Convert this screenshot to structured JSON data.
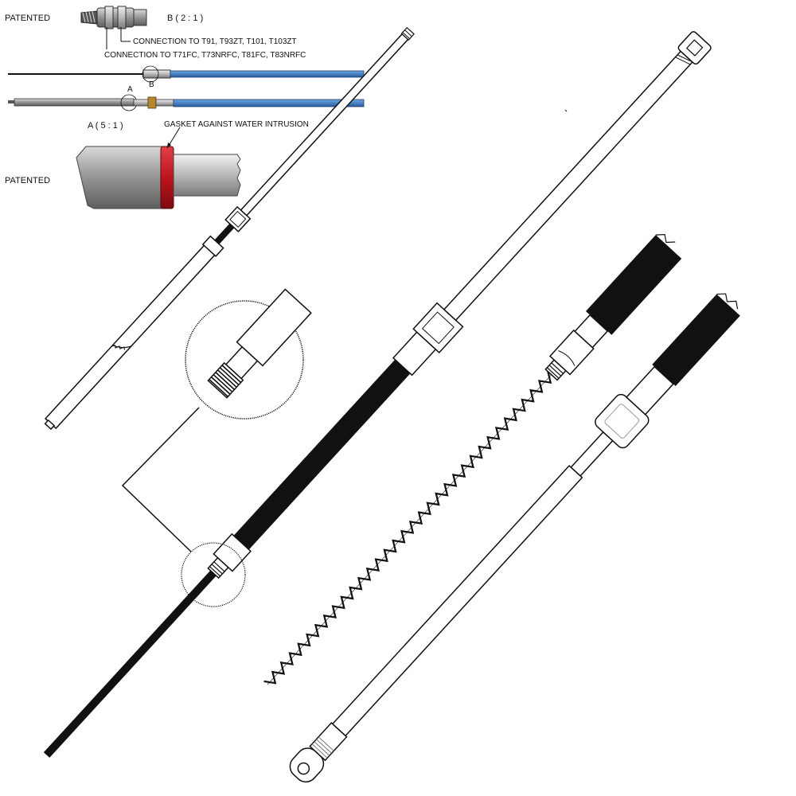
{
  "labels": {
    "patented_top": "PATENTED",
    "detail_b_scale": "B ( 2 : 1 )",
    "connection_t91": "CONNECTION TO T91, T93ZT, T101, T103ZT",
    "connection_t71": "CONNECTION TO T71FC, T73NRFC, T81FC, T83NRFC",
    "callout_a": "A",
    "callout_b": "B",
    "detail_a_scale": "A ( 5 : 1 )",
    "gasket_note": "GASKET AGAINST WATER INTRUSION",
    "patented_bottom": "PATENTED"
  },
  "colors": {
    "line": "#111111",
    "cable_blue": "#3a78c2",
    "gasket_red": "#c0141c",
    "metal_grey": "#8a8a8a",
    "brass": "#b8862a"
  }
}
